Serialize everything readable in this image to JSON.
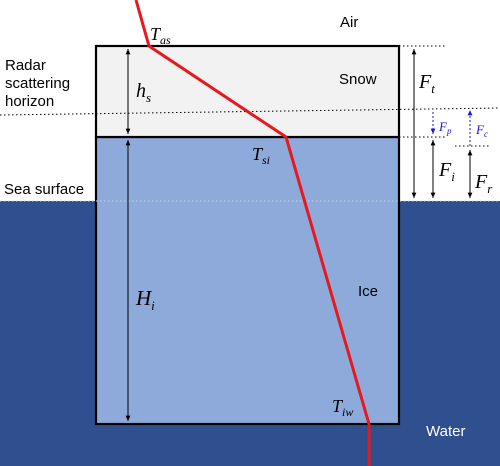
{
  "colors": {
    "sea": "#2f4f8e",
    "ice": "#8eaadb",
    "snow": "#f2f2f2",
    "temperature_profile": "#e8191e",
    "dimension_lines": "#000000",
    "freeboard_arrows": "#1a1ad6"
  },
  "regions": {
    "air": "Air",
    "snow": "Snow",
    "ice": "Ice",
    "water": "Water"
  },
  "labels": {
    "radar_line1": "Radar",
    "radar_line2": "scattering",
    "radar_line3": "horizon",
    "sea_surface": "Sea surface"
  },
  "temperatures": {
    "tas": {
      "base": "T",
      "sub": "as"
    },
    "tsi": {
      "base": "T",
      "sub": "si"
    },
    "tiw": {
      "base": "T",
      "sub": "iw"
    }
  },
  "dimensions": {
    "hs": {
      "base": "h",
      "sub": "s"
    },
    "Hi": {
      "base": "H",
      "sub": "i"
    },
    "Ft": {
      "base": "F",
      "sub": "t"
    },
    "Fp": {
      "base": "F",
      "sub": "p"
    },
    "Fc": {
      "base": "F",
      "sub": "c"
    },
    "Fi": {
      "base": "F",
      "sub": "i"
    },
    "Fr": {
      "base": "F",
      "sub": "r"
    }
  }
}
